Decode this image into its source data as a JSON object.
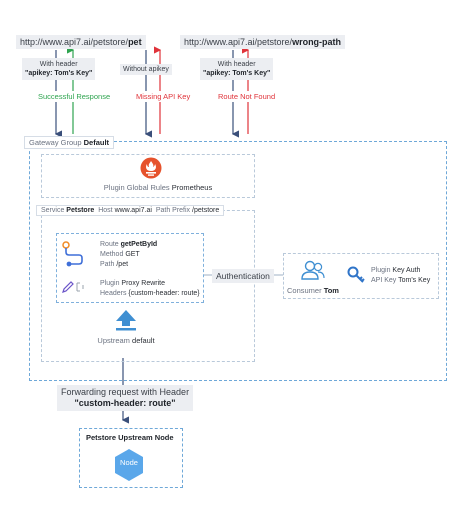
{
  "requests": {
    "pet_url_prefix": "http://www.api7.ai/petstore/",
    "pet_url_path": "pet",
    "wrong_url_prefix": "http://www.api7.ai/petstore/",
    "wrong_url_path": "wrong-path",
    "left_header_line1": "With header",
    "left_header_line2": "\"apikey: Tom's Key\"",
    "middle_label": "Without apikey",
    "right_header_line1": "With header",
    "right_header_line2": "\"apikey: Tom's Key\"",
    "resp_success": "Successful Response",
    "resp_missing": "Missing API Key",
    "resp_notfound": "Route Not Found"
  },
  "gateway": {
    "label": "Gateway Group",
    "name": "Default"
  },
  "global_rules": {
    "label": "Plugin Global Rules",
    "value": "Prometheus"
  },
  "service": {
    "label": "Service",
    "name": "Petstore",
    "host_label": "Host",
    "host": "www.api7.ai",
    "prefix_label": "Path Prefix",
    "prefix": "/petstore"
  },
  "route": {
    "route_label": "Route",
    "route_name": "getPetById",
    "method_label": "Method",
    "method": "GET",
    "path_label": "Path",
    "path": "/pet",
    "plugin_label": "Plugin",
    "plugin": "Proxy Rewrite",
    "headers_label": "Headers",
    "headers": "{custom-header: route}"
  },
  "upstream": {
    "label": "Upstream",
    "name": "default"
  },
  "auth": {
    "label": "Authentication"
  },
  "consumer": {
    "label": "Consumer",
    "name": "Tom",
    "plugin_label": "Plugin",
    "plugin": "Key Auth",
    "key_label": "API Key",
    "key": "Tom's Key"
  },
  "forwarding": {
    "line1": "Forwarding request with Header",
    "line2": "\"custom-header: route\""
  },
  "upstream_node": {
    "title": "Petstore Upstream Node",
    "node": "Node"
  },
  "colors": {
    "arrow_blue": "#3a4f7a",
    "success_green": "#2ea44f",
    "error_red": "#e0333a",
    "dash_blue": "#6ea8d8",
    "prometheus_orange": "#e6522c",
    "upstream_blue": "#3f8fd2",
    "node_blue": "#5aa7ea"
  }
}
